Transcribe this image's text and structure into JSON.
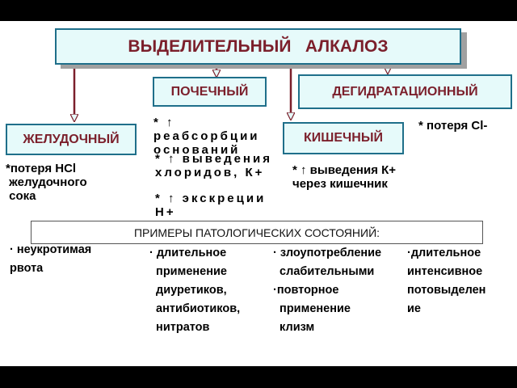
{
  "title": "ВЫДЕЛИТЕЛЬНЫЙ   АЛКАЛОЗ",
  "boxes": {
    "renal": "ПОЧЕЧНЫЙ",
    "dehydration": "ДЕГИДРАТАЦИОННЫЙ",
    "gastric": "ЖЕЛУДОЧНЫЙ",
    "intestinal": "КИШЕЧНЫЙ"
  },
  "mechanisms": {
    "gastric": "*потеря HCl\n желудочного\n сока",
    "renal_1": "* ↑\nреабсорбции\nоснований",
    "renal_2": "* ↑ выведения\nхлоридов, К+",
    "renal_3": "* ↑ экскреции\nН+\nв почках",
    "intestinal": "* ↑ выведения К+\nчерез кишечник",
    "dehydration": "* потеря Cl-"
  },
  "examples_header": "ПРИМЕРЫ ПАТОЛОГИЧЕСКИХ СОСТОЯНИЙ:",
  "examples": {
    "col1": "· неукротимая\nрвота",
    "col2": "· длительное\n  применение\n  диуретиков,\n  антибиотиков,\n  нитратов",
    "col3": "· злоупотребление\n  слабительными\n·повторное\n  применение\n  клизм",
    "col4": "·длительное\nинтенсивное\nпотовыделен\nие"
  },
  "colors": {
    "box_fill": "#e6fafa",
    "box_border": "#1f6f8a",
    "box_text": "#7b1f2b",
    "arrow": "#7b1f2b"
  }
}
